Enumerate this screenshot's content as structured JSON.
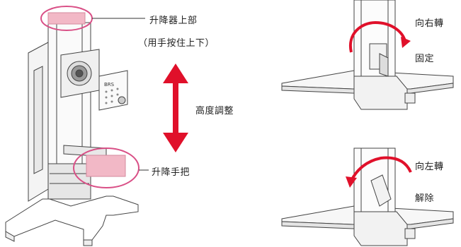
{
  "labels": {
    "top_handle": "升降器上部",
    "top_handle_note": "（用手按住上下）",
    "height_adjust": "高度調整",
    "lift_handle": "升降手把",
    "rotate_right": "向右轉",
    "fix": "固定",
    "rotate_left": "向左轉",
    "release": "解除"
  },
  "device_brand": "BRS",
  "colors": {
    "highlight_pink": "#f2b8c6",
    "circle_outline": "#d94f86",
    "arrow_red": "#e0102a",
    "line": "#333333"
  }
}
